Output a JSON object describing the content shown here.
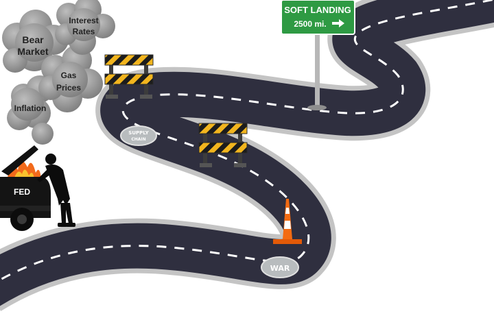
{
  "sign": {
    "line1": "SOFT LANDING",
    "line2": "2500 mi.",
    "arrow_icon": "right-arrow-icon",
    "color": "#2e9a43"
  },
  "clouds": [
    {
      "id": "interest-rates",
      "line1": "Interest",
      "line2": "Rates"
    },
    {
      "id": "bear-market",
      "line1": "Bear",
      "line2": "Market"
    },
    {
      "id": "gas-prices",
      "line1": "Gas",
      "line2": "Prices"
    },
    {
      "id": "inflation",
      "line1": "Inflation",
      "line2": ""
    }
  ],
  "car": {
    "label": "FED"
  },
  "potholes": [
    {
      "id": "supply-chain",
      "line1": "SUPPLY",
      "line2": "CHAIN"
    },
    {
      "id": "war",
      "line1": "WAR",
      "line2": ""
    }
  ],
  "colors": {
    "road": "#2f2f3f",
    "road_edge": "#c9c9c9",
    "barricade_stripe": "#f2b51e",
    "cone": "#f36b12",
    "smoke": "#9a9a9a"
  }
}
